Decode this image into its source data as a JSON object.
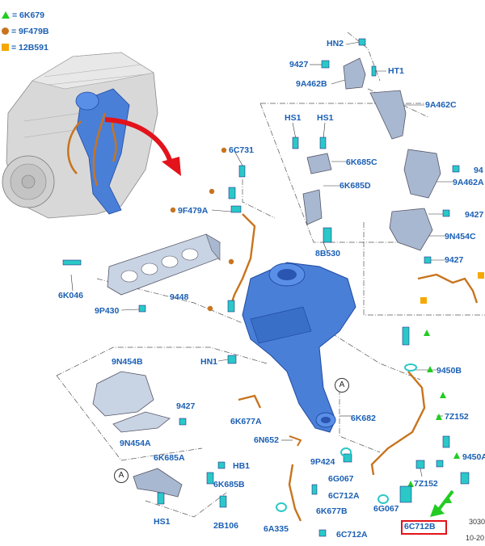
{
  "legend": [
    {
      "symbol": "triangle",
      "label": "= 6K679"
    },
    {
      "symbol": "dot",
      "label": "= 9F479B"
    },
    {
      "symbol": "square",
      "label": "= 12B591"
    }
  ],
  "labels": {
    "hn2": "HN2",
    "l9427a": "9427",
    "ht1": "HT1",
    "l9a462b": "9A462B",
    "l9a462c": "9A462C",
    "hs1a": "HS1",
    "hs1b": "HS1",
    "l6k685c": "6K685C",
    "l6k685d": "6K685D",
    "l6c731": "6C731",
    "l9f479a": "9F479A",
    "l8b530": "8B530",
    "l94x": "94",
    "l9a462a": "9A462A",
    "l9427b": "9427",
    "l9n454c": "9N454C",
    "l9427c": "9427",
    "l6k046": "6K046",
    "l9448": "9448",
    "l9p430": "9P430",
    "hn1": "HN1",
    "l9n454b": "9N454B",
    "l9427d": "9427",
    "l9n454a": "9N454A",
    "l6k677a": "6K677A",
    "l6k682": "6K682",
    "l6n652": "6N652",
    "l9450b": "9450B",
    "l7z152a": "7Z152",
    "l9p424": "9P424",
    "l6g067a": "6G067",
    "l9450a": "9450A",
    "l7z152b": "7Z152",
    "l6c712a_1": "6C712A",
    "l6g067b": "6G067",
    "l6k685a": "6K685A",
    "hb1": "HB1",
    "l6k685b": "6K685B",
    "hs1c": "HS1",
    "l2b106": "2B106",
    "l6k677b": "6K677B",
    "l6a335": "6A335",
    "l6c712a_2": "6C712A",
    "l6c712b": "6C712B",
    "callout_a1": "A",
    "callout_a2": "A",
    "corner1": "3030",
    "corner2": "10-20"
  },
  "colors": {
    "label": "#1a5fb4",
    "part": "#4a7fd8",
    "part_dark": "#2a55b0",
    "gasket": "#c8d4e4",
    "cyan_fastener": "#2bc8c8",
    "orange_pipe": "#c8741e",
    "green_marker": "#22cc22",
    "yellow_marker": "#f5a800",
    "highlight": "#e3131b",
    "engine": "#bfbfbf"
  }
}
